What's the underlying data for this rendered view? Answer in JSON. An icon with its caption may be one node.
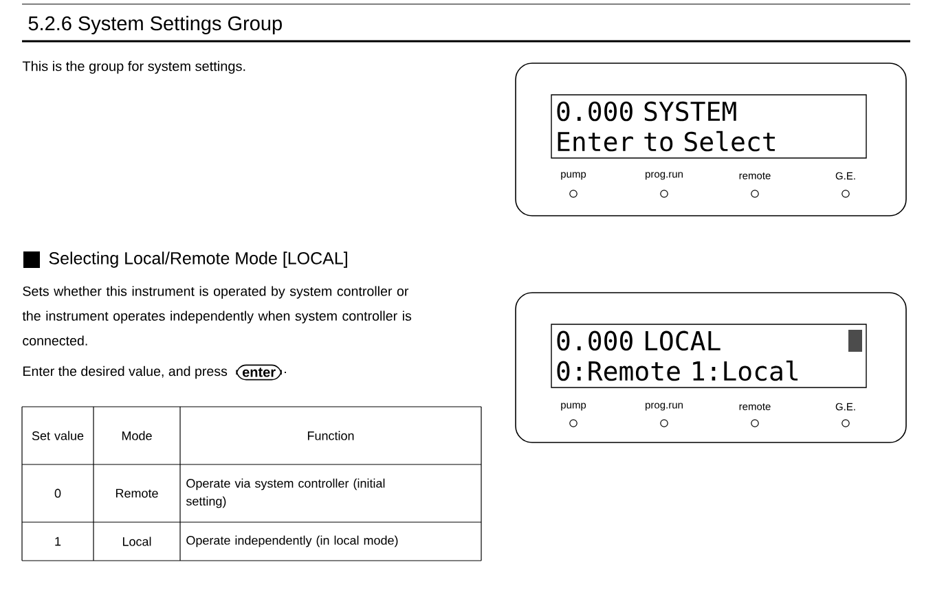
{
  "diagram": {
    "title": "5.2.6 System Settings Group",
    "nodes": [
      {
        "text": [],
        "shape": "box"
      },
      {
        "text": [
          "0.000 SYSTEM",
          "Enter to Select"
        ],
        "in": 0
      },
      {
        "text": [],
        "shape": "box"
      },
      {
        "text": [
          "0.000 LOCAL",
          "0:Remote 1:Local"
        ],
        "in": 2
      },
      {
        "text": [
          "enter"
        ],
        "beside": [
          "."
        ]
      }
    ],
    "edges": [],
    "labels": [
      "This is the group for system settings.",
      "pump",
      "prog.run",
      "remote",
      "G.E.",
      "Selecting Local/Remote Mode [LOCAL]",
      "Sets whether this instrument is operated by system controller or the instrument operates independently when system controller is connected.",
      "Enter the desired value, and press",
      "pump",
      "prog.run",
      "remote",
      "G.E.",
      "Set value",
      "Mode",
      "Function",
      "0",
      "Remote",
      "Operate via system controller (initial setting)",
      "1",
      "Local",
      "Operate independently (in local mode)"
    ]
  }
}
